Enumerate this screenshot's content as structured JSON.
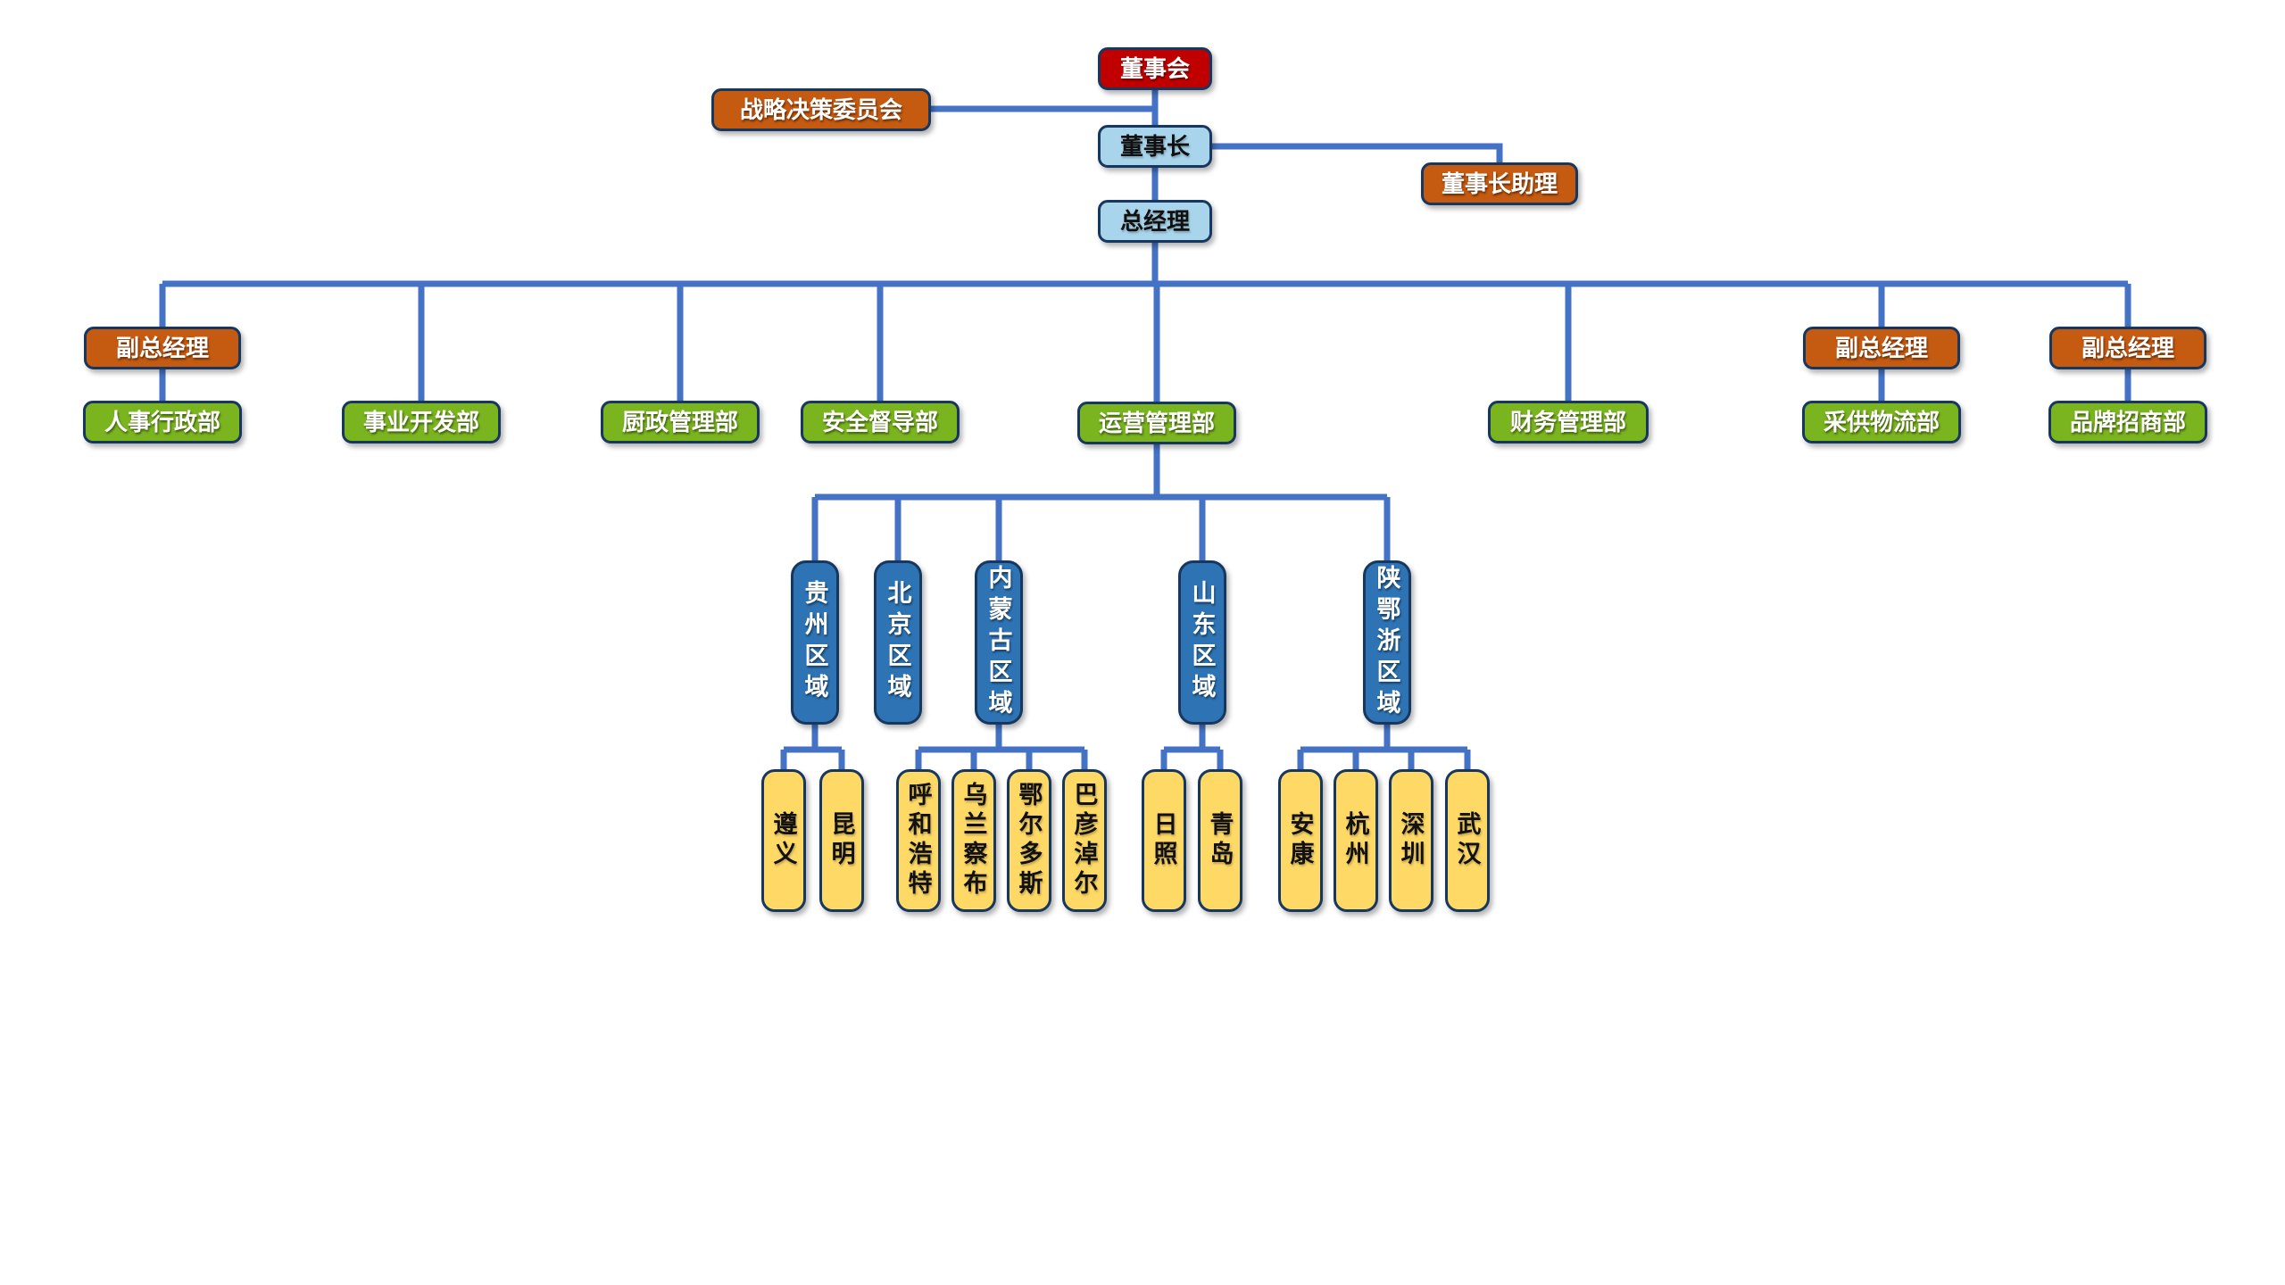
{
  "palette": {
    "red": "#C00000",
    "orange": "#C55A11",
    "lightblue": "#A9D5EC",
    "green": "#7AB41E",
    "blue": "#2E74B5",
    "yellow": "#FFD966",
    "border": "#17375E",
    "line": "#4472C4"
  },
  "nodes": [
    {
      "id": "board",
      "kind": "board",
      "label": "董事会"
    },
    {
      "id": "strategy-committee",
      "kind": "committee",
      "label": "战略决策委员会"
    },
    {
      "id": "chairman",
      "kind": "chair",
      "label": "董事长"
    },
    {
      "id": "chairman-assistant",
      "kind": "committee",
      "label": "董事长助理"
    },
    {
      "id": "general-manager",
      "kind": "chair",
      "label": "总经理"
    },
    {
      "id": "deputy-gm-hr",
      "kind": "deputy",
      "label": "副总经理"
    },
    {
      "id": "dept-hr-admin",
      "kind": "dept",
      "label": "人事行政部"
    },
    {
      "id": "dept-business-dev",
      "kind": "dept",
      "label": "事业开发部"
    },
    {
      "id": "dept-kitchen-mgmt",
      "kind": "dept",
      "label": "厨政管理部"
    },
    {
      "id": "dept-safety-supervision",
      "kind": "dept",
      "label": "安全督导部"
    },
    {
      "id": "dept-operations",
      "kind": "dept",
      "label": "运营管理部"
    },
    {
      "id": "dept-finance",
      "kind": "dept",
      "label": "财务管理部"
    },
    {
      "id": "deputy-gm-logistics",
      "kind": "deputy",
      "label": "副总经理"
    },
    {
      "id": "dept-procurement-logistics",
      "kind": "dept",
      "label": "采供物流部"
    },
    {
      "id": "deputy-gm-brand",
      "kind": "deputy",
      "label": "副总经理"
    },
    {
      "id": "dept-brand-investment",
      "kind": "dept",
      "label": "品牌招商部"
    },
    {
      "id": "region-guizhou",
      "kind": "region",
      "label": "贵州区域"
    },
    {
      "id": "region-beijing",
      "kind": "region",
      "label": "北京区域"
    },
    {
      "id": "region-neimenggu",
      "kind": "region",
      "label": "内蒙古区域"
    },
    {
      "id": "region-shandong",
      "kind": "region",
      "label": "山东区域"
    },
    {
      "id": "region-shan-e-zhe",
      "kind": "region",
      "label": "陕鄂浙区域"
    },
    {
      "id": "city-zunyi",
      "kind": "city",
      "label": "遵义"
    },
    {
      "id": "city-kunming",
      "kind": "city",
      "label": "昆明"
    },
    {
      "id": "city-huhehaote",
      "kind": "city",
      "label": "呼和浩特"
    },
    {
      "id": "city-wulanchabu",
      "kind": "city",
      "label": "乌兰察布"
    },
    {
      "id": "city-eerduosi",
      "kind": "city",
      "label": "鄂尔多斯"
    },
    {
      "id": "city-bayannaoer",
      "kind": "city",
      "label": "巴彦淖尔"
    },
    {
      "id": "city-rizhao",
      "kind": "city",
      "label": "日照"
    },
    {
      "id": "city-qingdao",
      "kind": "city",
      "label": "青岛"
    },
    {
      "id": "city-ankang",
      "kind": "city",
      "label": "安康"
    },
    {
      "id": "city-hangzhou",
      "kind": "city",
      "label": "杭州"
    },
    {
      "id": "city-shenzhen",
      "kind": "city",
      "label": "深圳"
    },
    {
      "id": "city-wuhan",
      "kind": "city",
      "label": "武汉"
    }
  ]
}
